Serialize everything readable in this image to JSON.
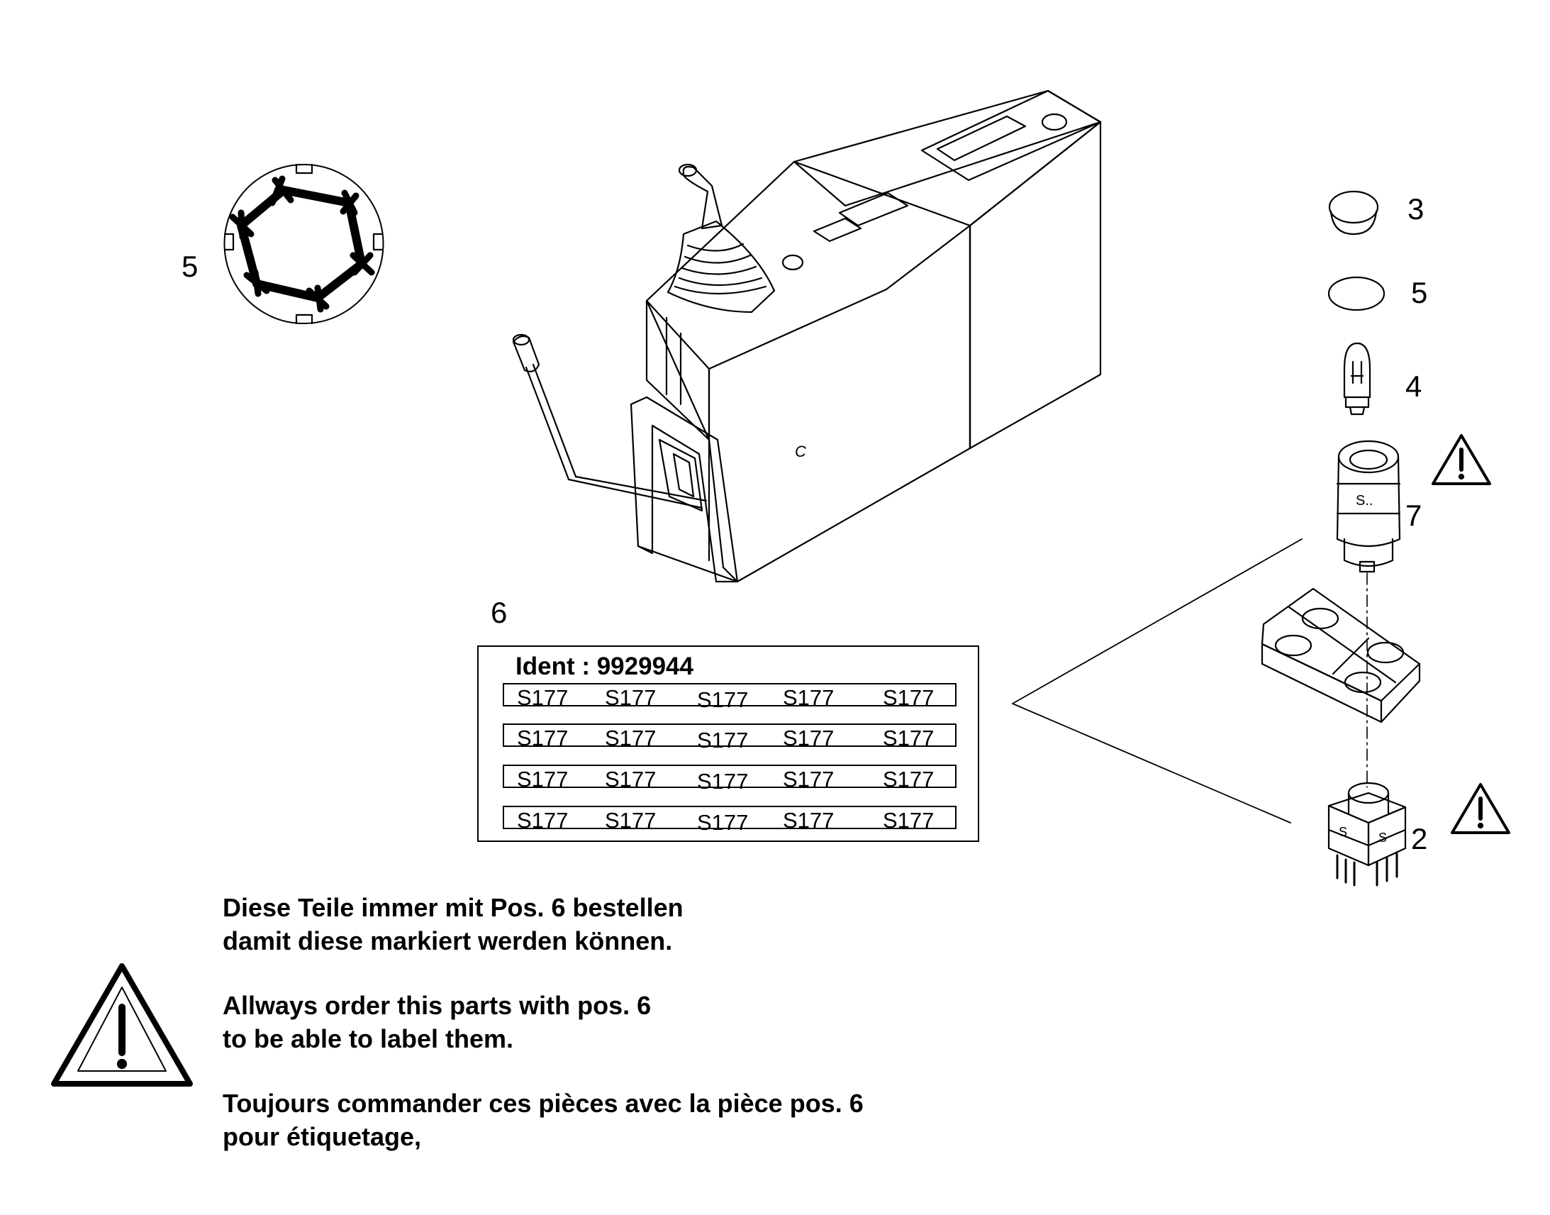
{
  "callouts": {
    "hex_ring": "5",
    "cap": "3",
    "ring": "5",
    "bulb": "4",
    "button": "7",
    "switch": "2",
    "label_sheet": "6"
  },
  "label_sheet": {
    "ident": "Ident : 9929944",
    "rows": [
      [
        "S177",
        "S177",
        "S177",
        "S177",
        "S177"
      ],
      [
        "S177",
        "S177",
        "S177",
        "S177",
        "S177"
      ],
      [
        "S177",
        "S177",
        "S177",
        "S177",
        "S177"
      ],
      [
        "S177",
        "S177",
        "S177",
        "S177",
        "S177"
      ]
    ]
  },
  "button_marking": "S..",
  "switch_marking_left": "S",
  "switch_marking_right": "S",
  "housing_mark": "C",
  "notes": {
    "de_line1": "Diese Teile immer mit Pos. 6  bestellen",
    "de_line2": "damit diese markiert werden können.",
    "en_line1": "Allways order this parts with pos. 6",
    "en_line2": "to be able to label them.",
    "fr_line1": "Toujours commander ces pièces avec la pièce pos. 6",
    "fr_line2": "pour étiquetage,"
  }
}
